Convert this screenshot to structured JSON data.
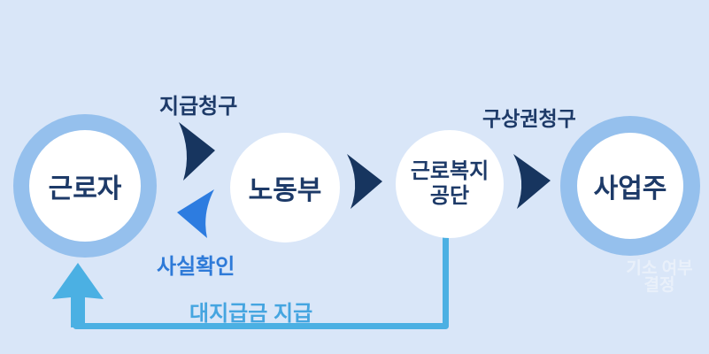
{
  "diagram": {
    "nodes": [
      {
        "id": "worker",
        "label": "근로자"
      },
      {
        "id": "ministry-of-labor",
        "label": "노동부"
      },
      {
        "id": "welfare-service",
        "label_lines": [
          "근로복지",
          "공단"
        ]
      },
      {
        "id": "employer",
        "label": "사업주"
      }
    ],
    "edges": [
      {
        "from": "worker",
        "to": "ministry-of-labor",
        "label": "지급청구"
      },
      {
        "from": "ministry-of-labor",
        "to": "worker",
        "label": "사실확인"
      },
      {
        "from": "ministry-of-labor",
        "to": "welfare-service",
        "label": ""
      },
      {
        "from": "welfare-service",
        "to": "employer",
        "label": "구상권청구"
      },
      {
        "from": "welfare-service",
        "to": "worker",
        "label": "대지급금 지급"
      }
    ],
    "watermark_lines": [
      "기소 여부",
      "결정"
    ],
    "colors": {
      "background": "#d9e6f8",
      "ring": "#95c0ed",
      "node_fill": "#ffffff",
      "navy": "#17355f",
      "navy_text": "#1d3a68",
      "blue": "#2d7ce0",
      "blue_text": "#2e7ad8",
      "cyan": "#4bb0e3",
      "cyan_text": "#45a5e0",
      "watermark": "#ffffff"
    }
  }
}
